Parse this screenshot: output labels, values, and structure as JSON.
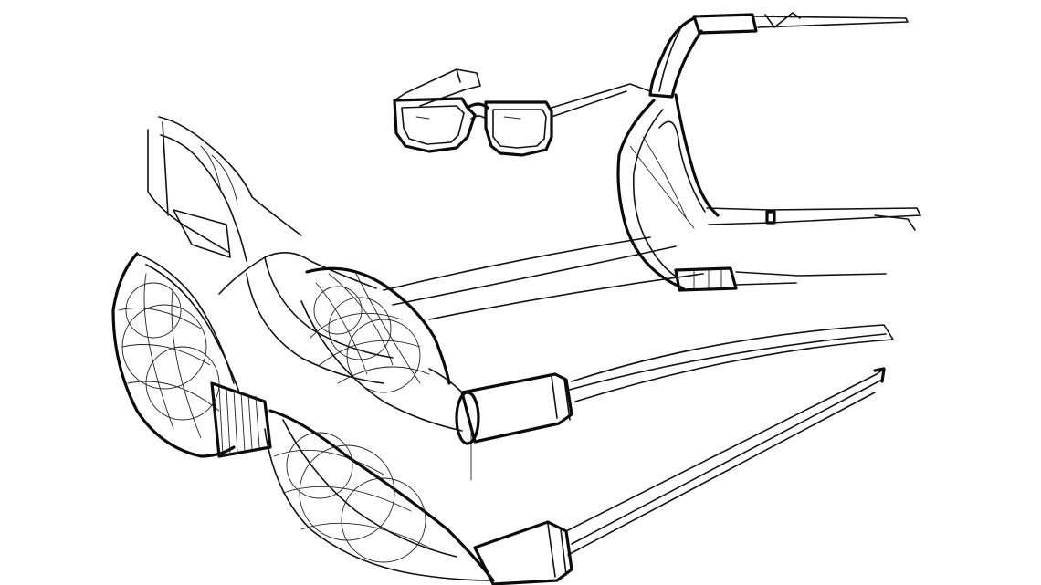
{
  "canvas": {
    "background": "#ffffff",
    "ink": "#111111"
  },
  "sketches": [
    {
      "subject": "small-glasses-front-view"
    },
    {
      "subject": "glasses-top-view-with-temples"
    },
    {
      "subject": "glasses-perspective-upper"
    },
    {
      "subject": "glasses-perspective-lower"
    }
  ]
}
